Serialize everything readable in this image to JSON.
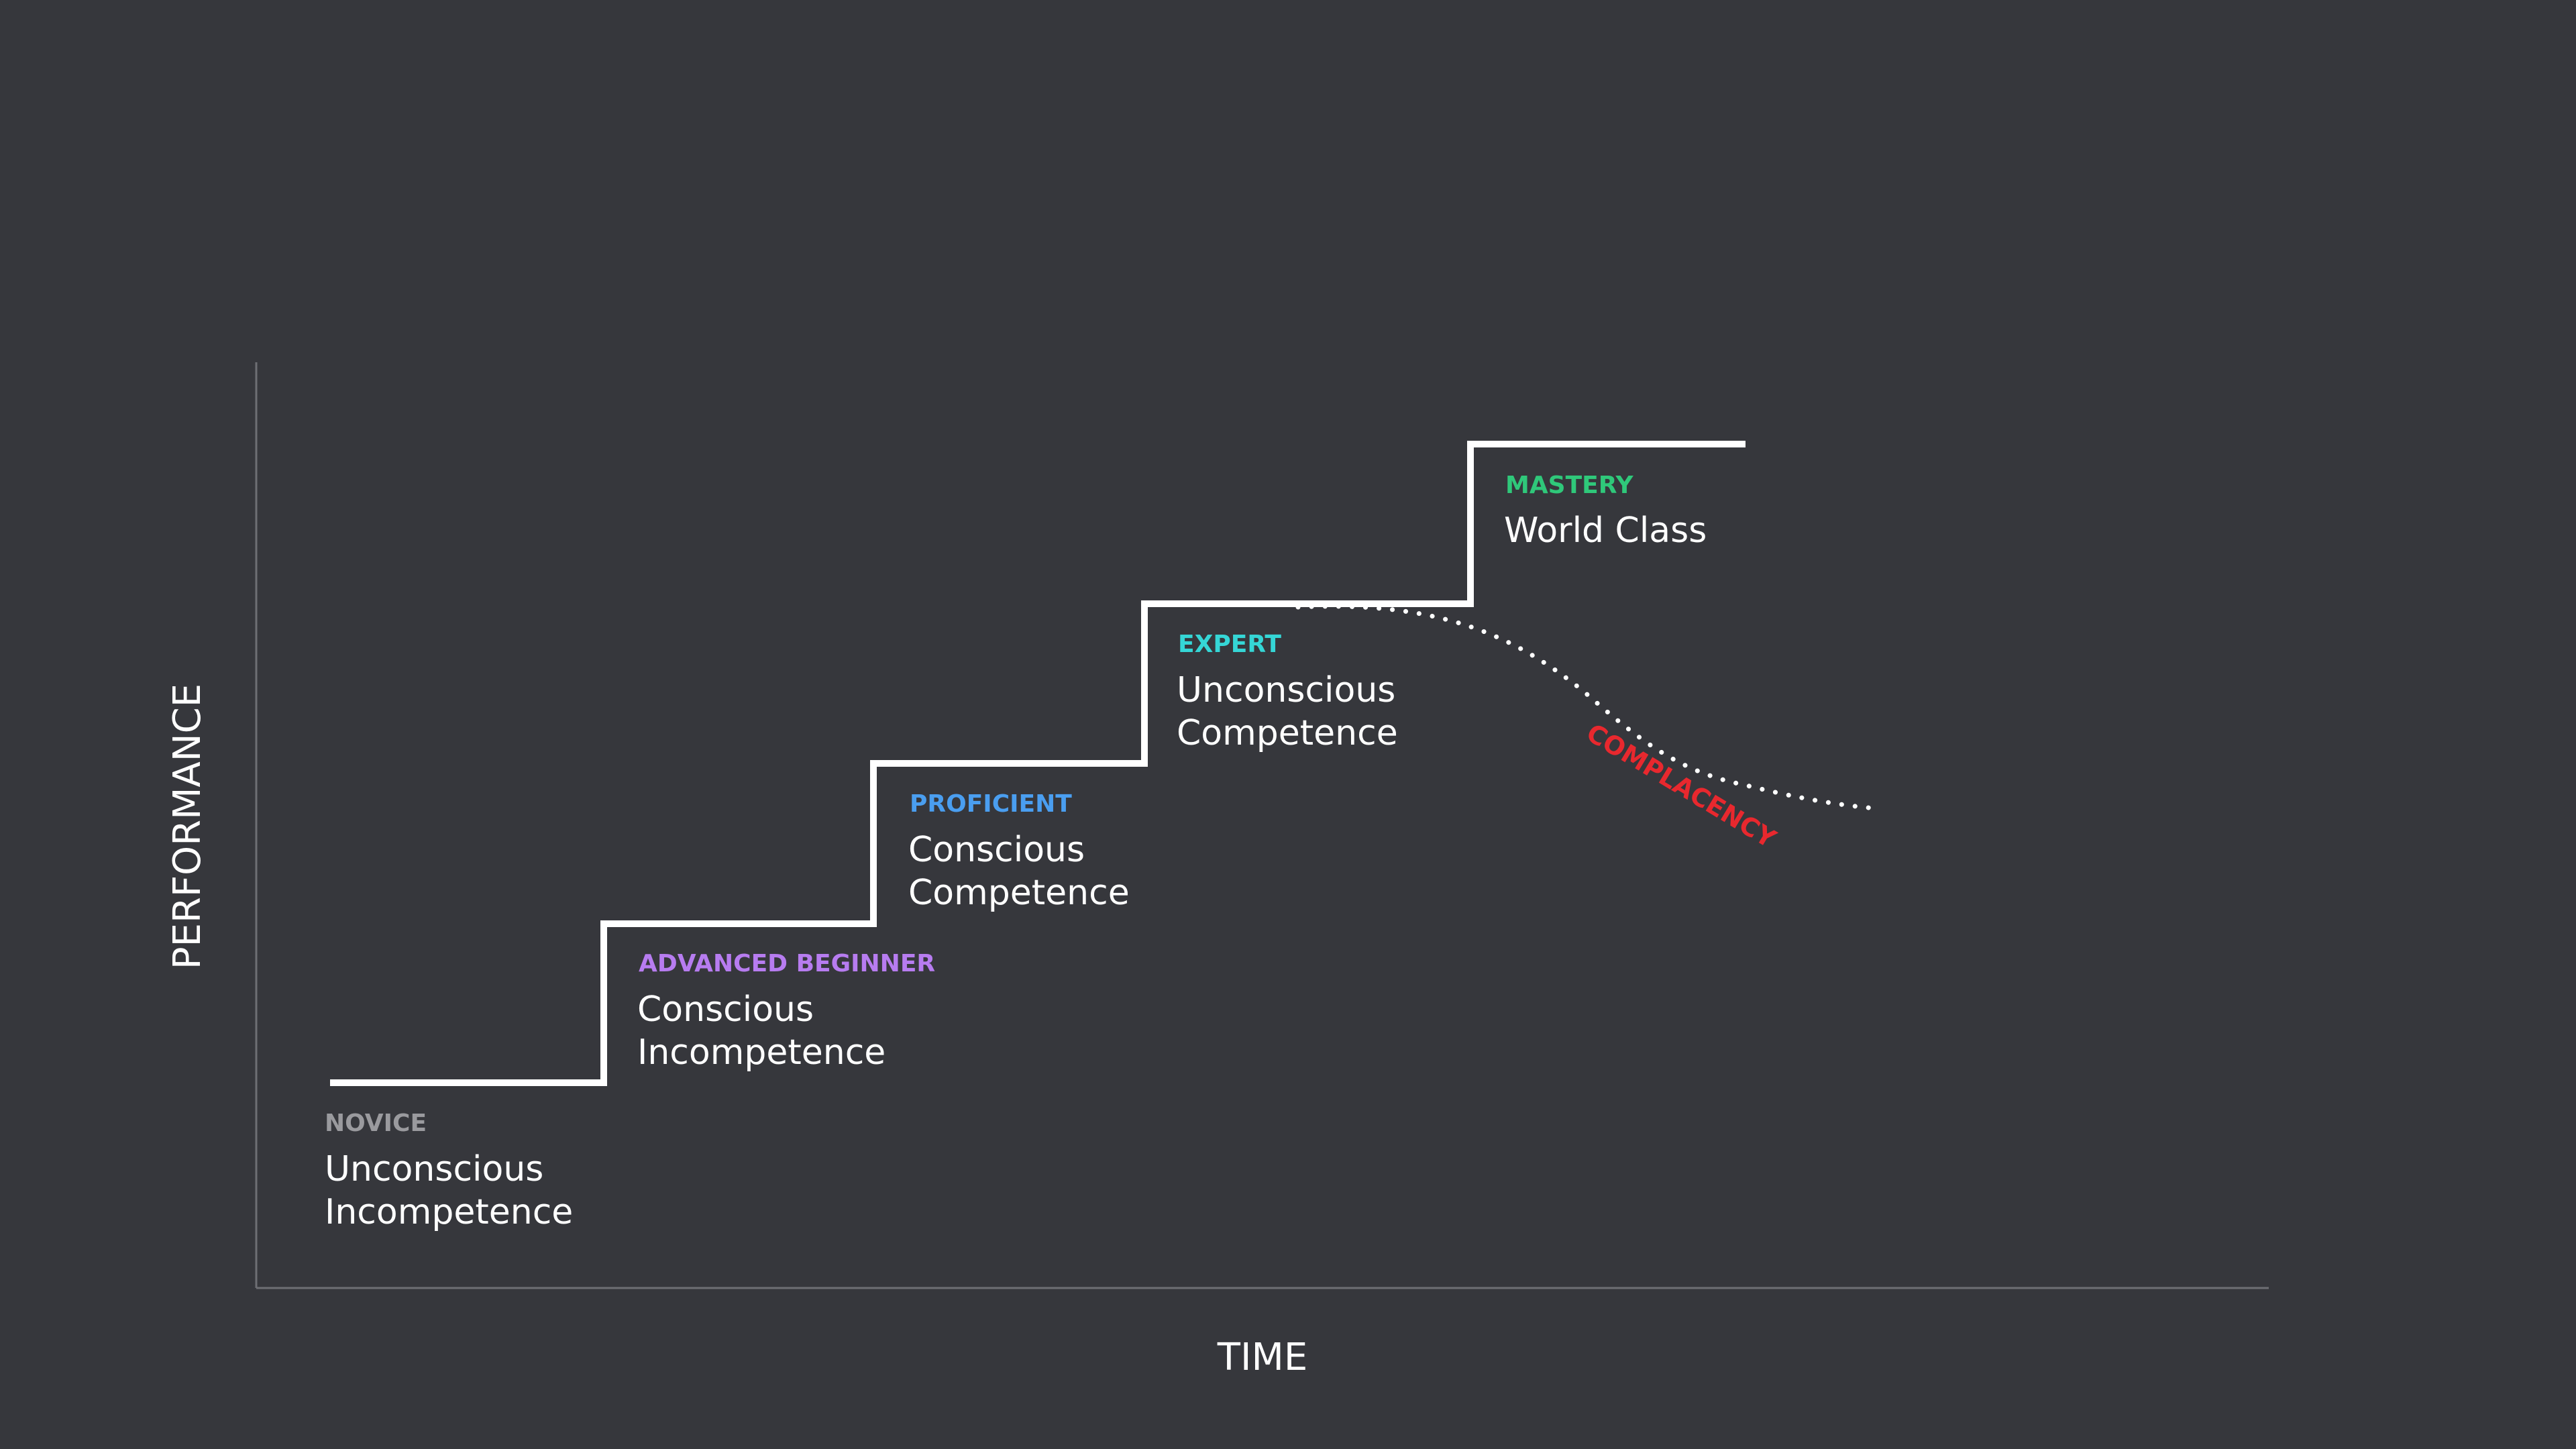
{
  "axes": {
    "x_title": "TIME",
    "y_title": "PERFORMANCE"
  },
  "stages": [
    {
      "label": "NOVICE",
      "desc_line1": "Unconscious",
      "desc_line2": "Incompetence",
      "color": "#9a9a9e"
    },
    {
      "label": "ADVANCED BEGINNER",
      "desc_line1": "Conscious",
      "desc_line2": "Incompetence",
      "color": "#b77cf0"
    },
    {
      "label": "PROFICIENT",
      "desc_line1": "Conscious",
      "desc_line2": "Competence",
      "color": "#4a9ef0"
    },
    {
      "label": "EXPERT",
      "desc_line1": "Unconscious",
      "desc_line2": "Competence",
      "color": "#35d6d6"
    },
    {
      "label": "MASTERY",
      "desc_line1": "World Class",
      "color": "#2fc87a"
    }
  ],
  "complacency": {
    "label": "COMPLACENCY",
    "color": "#e8282e"
  },
  "colors": {
    "background": "#36373c",
    "line": "#ffffff",
    "axis": "#6e6f74"
  }
}
